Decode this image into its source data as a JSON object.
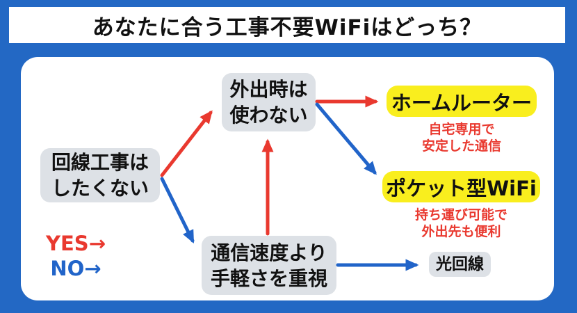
{
  "header": {
    "title": "あなたに合う工事不要WiFiはどっち？"
  },
  "flow": {
    "start": {
      "line1": "回線工事は",
      "line2": "したくない"
    },
    "question_outdoor": {
      "line1": "外出時は",
      "line2": "使わない"
    },
    "question_ease": {
      "line1": "通信速度より",
      "line2": "手軽さを重視"
    },
    "result_home_router": {
      "label": "ホームルーター",
      "caption_line1": "自宅専用で",
      "caption_line2": "安定した通信"
    },
    "result_pocket_wifi": {
      "label": "ポケット型WiFi",
      "caption_line1": "持ち運び可能で",
      "caption_line2": "外出先も便利"
    },
    "result_fiber": {
      "label": "光回線"
    }
  },
  "legend": {
    "yes": "YES→",
    "no": "NO→"
  },
  "colors": {
    "background_blue": "#2368c4",
    "red": "#e9392f",
    "blue": "#2164c9",
    "box_gray": "#dde1e6",
    "box_yellow": "#f9ee1e",
    "text_black": "#111111"
  }
}
